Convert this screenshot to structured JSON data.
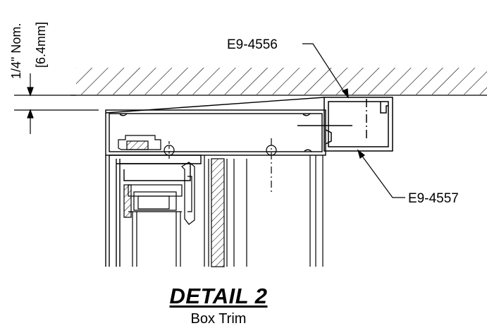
{
  "detail": {
    "title": "DETAIL 2",
    "subtitle": "Box Trim"
  },
  "dimension": {
    "imperial": "1/4\" Nom.",
    "metric": "[6.4mm]"
  },
  "callouts": {
    "top": "E9-4556",
    "right": "E9-4557"
  }
}
